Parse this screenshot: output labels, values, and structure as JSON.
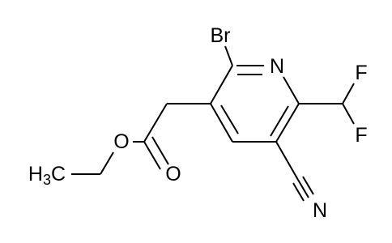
{
  "atoms": {
    "br": {
      "label": "Br",
      "color": "#000000"
    },
    "n_ring": {
      "label": "N",
      "color": "#000000"
    },
    "f_top": {
      "label": "F",
      "color": "#000000"
    },
    "f_bottom": {
      "label": "F",
      "color": "#000000"
    },
    "o_ether": {
      "label": "O",
      "color": "#000000"
    },
    "o_carbonyl": {
      "label": "O",
      "color": "#000000"
    },
    "n_nitrile": {
      "label": "N",
      "color": "#000000"
    },
    "ch3": {
      "label": "H",
      "sub": "3",
      "suffix": "C",
      "color": "#000000"
    }
  },
  "bond_color": "#000000"
}
